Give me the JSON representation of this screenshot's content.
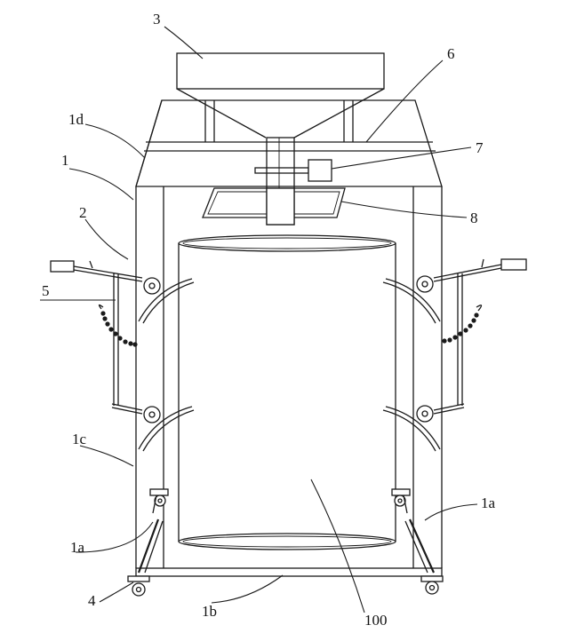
{
  "labels": {
    "frame": "1",
    "leg_left": "1a",
    "leg_right": "1a",
    "base_bar": "1b",
    "side_bar": "1c",
    "top_frame": "1d",
    "support_arm": "2",
    "hopper": "3",
    "caster": "4",
    "lift_rod": "5",
    "crossbeam": "6",
    "valve_actuator": "7",
    "plate": "8",
    "bag": "100"
  }
}
